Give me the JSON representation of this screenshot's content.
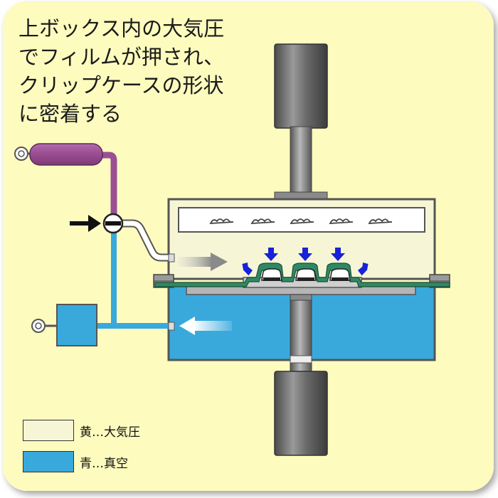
{
  "caption": {
    "lines": [
      "上ボックス内の大気圧",
      "でフィルムが押され、",
      "クリップケースの形状",
      "に密着する"
    ]
  },
  "legend": [
    {
      "label": "黄…大気圧",
      "color": "#f6f6d6"
    },
    {
      "label": "青…真空",
      "color": "#39a9dc"
    }
  ],
  "colors": {
    "background": "#fdfbbe",
    "atmosphere": "#f6f6d6",
    "vacuum": "#39a9dc",
    "tank": "#9b4f93",
    "cylinder": "#5e5e5e",
    "film": "#2e8a64",
    "press_arrow": "#1822d8",
    "flow_arrow_gray": "#8a8a8a"
  },
  "icons": {
    "valve": "valve-icon",
    "pointer": "right-arrow-icon"
  }
}
